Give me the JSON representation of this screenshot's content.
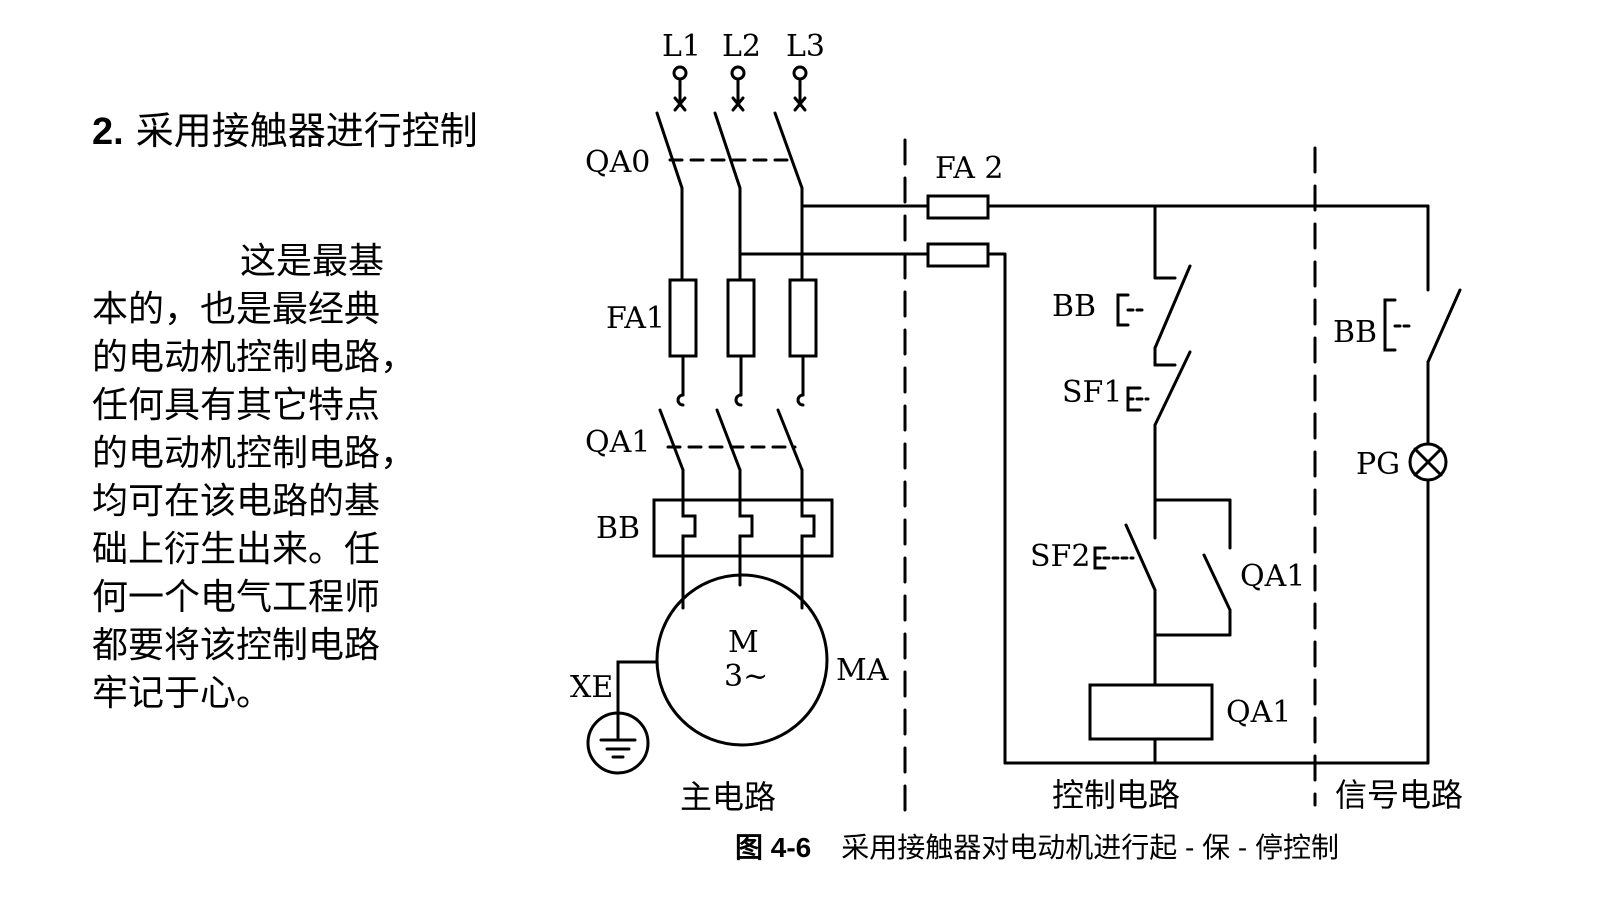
{
  "heading": {
    "number": "2.",
    "text": "采用接触器进行控制"
  },
  "description_lines": [
    "这是最基",
    "本的，也是最经典",
    "的电动机控制电路，",
    "任何具有其它特点",
    "的电动机控制电路，",
    "均可在该电路的基",
    "础上衍生出来。任",
    "何一个电气工程师",
    "都要将该控制电路",
    "牢记于心。"
  ],
  "diagram": {
    "phase_labels": [
      "L1",
      "L2",
      "L3"
    ],
    "labels": {
      "qa0": "QA0",
      "fa1": "FA1",
      "fa2": "FA 2",
      "qa1_main": "QA1",
      "bb_main": "BB",
      "motor_letter": "M",
      "motor_rating": "3~",
      "motor_id": "MA",
      "ground": "XE",
      "bb_control": "BB",
      "sf1": "SF1",
      "sf2": "SF2",
      "qa1_contact": "QA1",
      "qa1_coil": "QA1",
      "bb_signal": "BB",
      "lamp": "PG"
    },
    "sections": {
      "main": "主电路",
      "control": "控制电路",
      "signal": "信号电路"
    }
  },
  "caption": {
    "figure_number": "图 4-6",
    "title": "采用接触器对电动机进行起 - 保 - 停控制"
  },
  "colors": {
    "ink": "#000000",
    "background": "#ffffff"
  }
}
